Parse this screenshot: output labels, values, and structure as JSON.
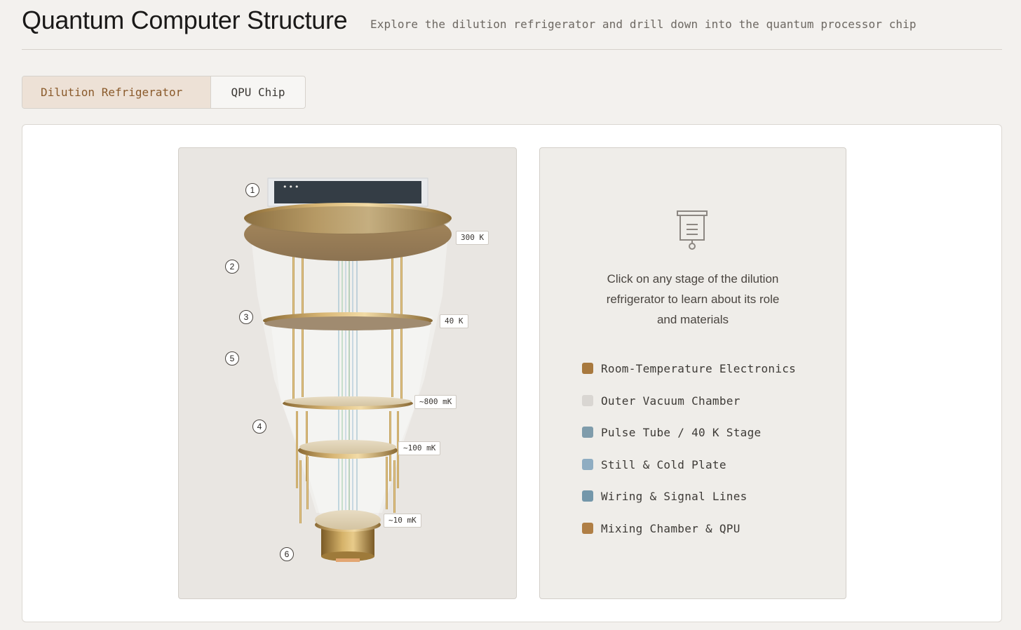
{
  "header": {
    "title": "Quantum Computer Structure",
    "subtitle": "Explore the dilution refrigerator and drill down into the quantum processor chip"
  },
  "tabs": [
    {
      "label": "Dilution Refrigerator",
      "active": true
    },
    {
      "label": "QPU Chip",
      "active": false
    }
  ],
  "diagram": {
    "screen_text": "•••",
    "stage_numbers": [
      "1",
      "2",
      "3",
      "5",
      "4",
      "6"
    ],
    "temperatures": [
      "300 K",
      "40 K",
      "~800 mK",
      "~100 mK",
      "~10 mK"
    ]
  },
  "info": {
    "icon": "fridge-icon",
    "instruction_lines": [
      "Click on any stage of the dilution",
      "refrigerator to learn about its role",
      "and materials"
    ],
    "legend": [
      {
        "label": "Room-Temperature Electronics",
        "color": "#a8793e"
      },
      {
        "label": "Outer Vacuum Chamber",
        "color": "#d9d6d2"
      },
      {
        "label": "Pulse Tube / 40 K Stage",
        "color": "#7f9cab"
      },
      {
        "label": "Still & Cold Plate",
        "color": "#8fadc2"
      },
      {
        "label": "Wiring & Signal Lines",
        "color": "#7497aa"
      },
      {
        "label": "Mixing Chamber & QPU",
        "color": "#b07f45"
      }
    ]
  }
}
